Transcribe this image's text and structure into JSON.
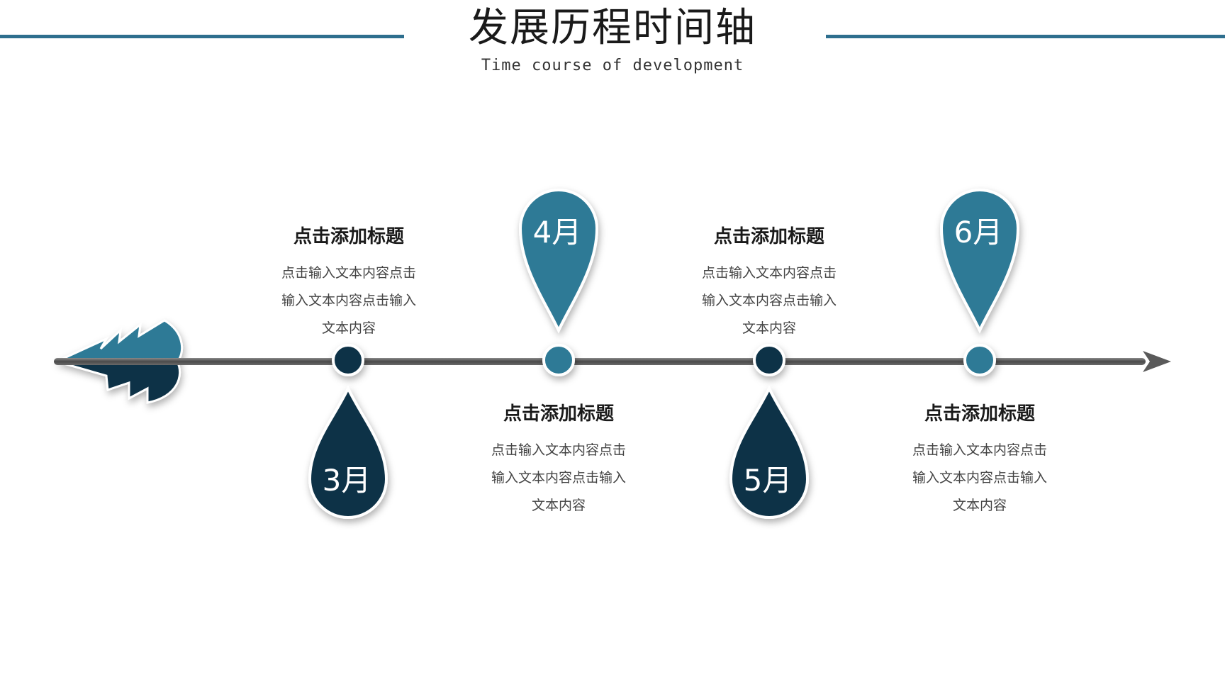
{
  "header": {
    "title": "发展历程时间轴",
    "subtitle": "Time course of development"
  },
  "colors": {
    "accent_light": "#2e7a96",
    "accent_dark": "#0c3147",
    "axis": "#555555",
    "rule": "#2e6f8e"
  },
  "milestones": [
    {
      "month": "3月",
      "title": "点击添加标题",
      "body": [
        "点击输入文本内容点击",
        "输入文本内容点击输入",
        "文本内容"
      ]
    },
    {
      "month": "4月",
      "title": "点击添加标题",
      "body": [
        "点击输入文本内容点击",
        "输入文本内容点击输入",
        "文本内容"
      ]
    },
    {
      "month": "5月",
      "title": "点击添加标题",
      "body": [
        "点击输入文本内容点击",
        "输入文本内容点击输入",
        "文本内容"
      ]
    },
    {
      "month": "6月",
      "title": "点击添加标题",
      "body": [
        "点击输入文本内容点击",
        "输入文本内容点击输入",
        "文本内容"
      ]
    }
  ]
}
